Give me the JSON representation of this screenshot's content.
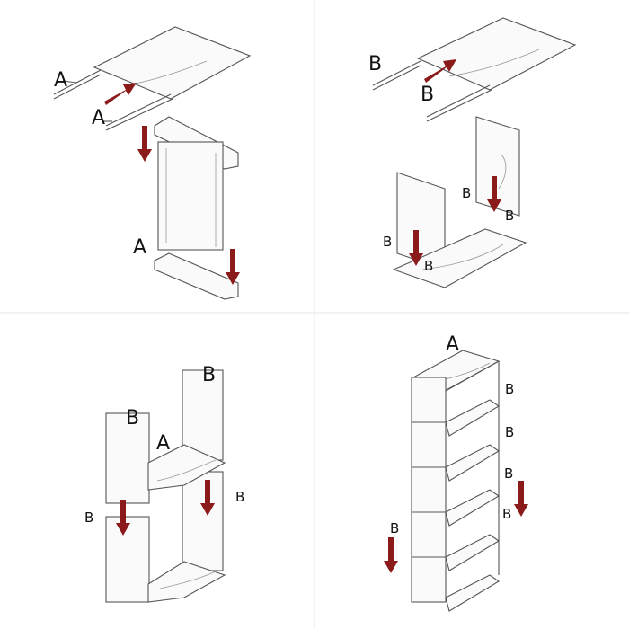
{
  "labels": {
    "step1": [
      "A",
      "A",
      "A"
    ],
    "step2": [
      "B",
      "B",
      "B",
      "B",
      "B",
      "B"
    ],
    "step3": [
      "B",
      "B",
      "A",
      "B",
      "B"
    ],
    "step4": [
      "A",
      "B",
      "B",
      "B",
      "B",
      "B"
    ]
  },
  "colors": {
    "arrow": "#8b1a1a",
    "line": "#555555",
    "divider": "#e6e6e6"
  }
}
